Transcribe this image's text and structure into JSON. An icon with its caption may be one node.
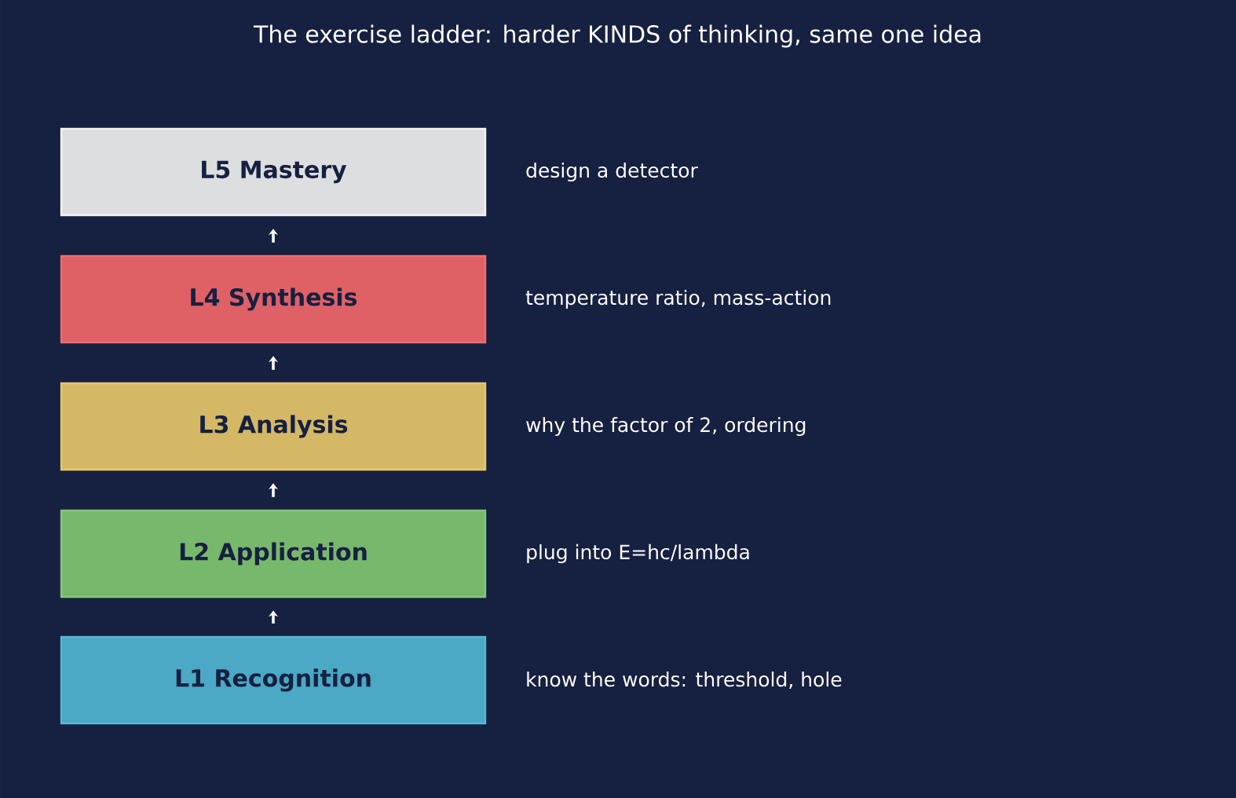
{
  "diagram": {
    "title": "The exercise ladder: harder KINDS of thinking, same one idea",
    "nodes": [
      {
        "text": [
          "L5 Mastery"
        ],
        "beside": [
          "design a detector"
        ]
      },
      {
        "text": [
          "L4 Synthesis"
        ],
        "beside": [
          "temperature ratio, mass-action"
        ]
      },
      {
        "text": [
          "L3 Analysis"
        ],
        "beside": [
          "why the factor of 2, ordering"
        ]
      },
      {
        "text": [
          "L2 Application"
        ],
        "beside": [
          "plug into E=hc/lambda"
        ]
      },
      {
        "text": [
          "L1 Recognition"
        ],
        "beside": [
          "know the words: threshold, hole"
        ]
      }
    ],
    "edges": [
      {
        "from": 4,
        "to": 3,
        "arrow": "to"
      },
      {
        "from": 3,
        "to": 2,
        "arrow": "to"
      },
      {
        "from": 2,
        "to": 1,
        "arrow": "to"
      },
      {
        "from": 1,
        "to": 0,
        "arrow": "to"
      }
    ]
  }
}
